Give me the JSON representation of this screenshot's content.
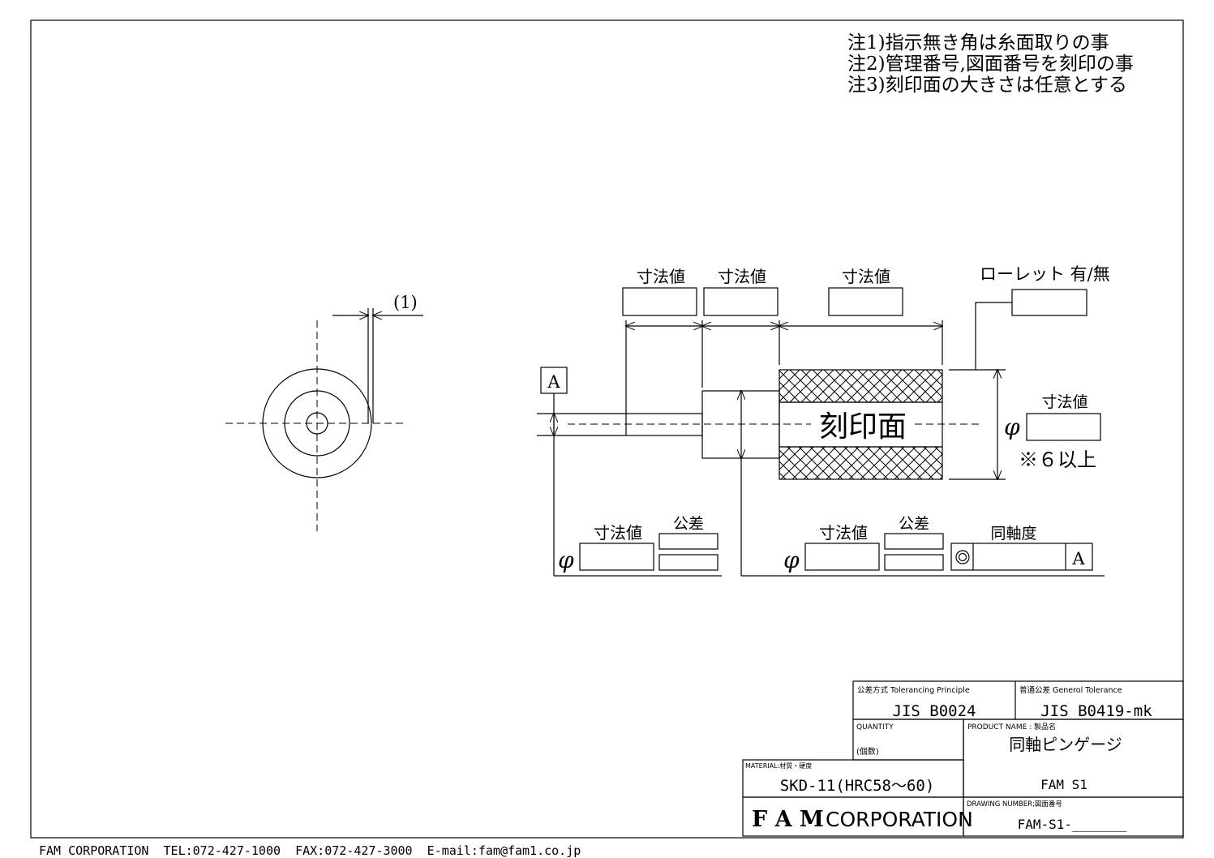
{
  "notes": [
    "注1)指示無き角は糸面取りの事",
    "注2)管理番号,図面番号を刻印の事",
    "注3)刻印面の大きさは任意とする"
  ],
  "side_view": {
    "dim_label": "(1)"
  },
  "front_view": {
    "dim_labels": [
      "寸法値",
      "寸法値",
      "寸法値"
    ],
    "knurl_label": "ローレット 有/無",
    "datum_label": "A",
    "stamp_face_label": "刻印面",
    "dia_symbol": "φ",
    "dia_dim_label": "寸法値",
    "min_note": "※６以上",
    "lower_left": {
      "dia_symbol": "φ",
      "dim_label": "寸法値",
      "tol_label": "公差"
    },
    "lower_right": {
      "dia_symbol": "φ",
      "dim_label": "寸法値",
      "tol_label": "公差",
      "coax_label": "同軸度",
      "coax_symbol": "◎",
      "coax_datum": "A"
    }
  },
  "title_block": {
    "tol_principle_label": "公差方式  Tolerancing Principle",
    "tol_principle_value": "JIS B0024",
    "general_tol_label": "普通公差  Generol Tolerance",
    "general_tol_value": "JIS B0419-mk",
    "quantity_label": "QUANTITY",
    "quantity_jp": "(個数)",
    "product_label": "PRODUCT NAME : 製品名",
    "product_name": "同軸ピンゲージ",
    "product_code": "FAM S1",
    "material_label": "MATERIAL:材質・硬度",
    "material_value": "SKD-11(HRC58～60)",
    "company_bold": "F A M",
    "company_rest": "CORPORATION",
    "drawing_label": "DRAWING NUMBER;図面番号",
    "drawing_number": "FAM-S1-_______"
  },
  "footer": "FAM CORPORATION  TEL:072-427-1000  FAX:072-427-3000  E-mail:fam@fam1.co.jp"
}
